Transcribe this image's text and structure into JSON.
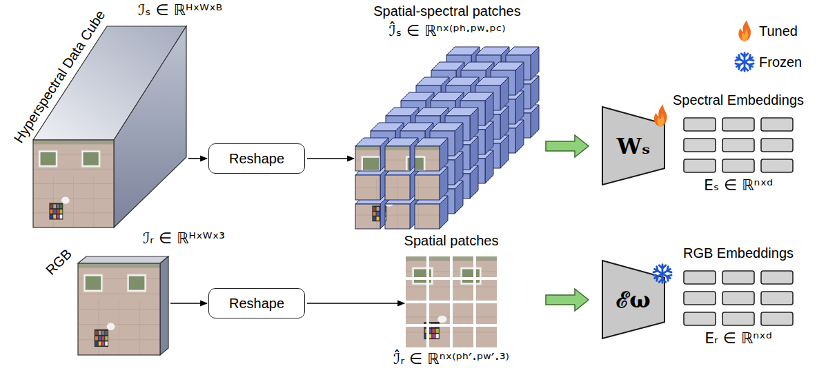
{
  "diagram": {
    "nodes": [
      {
        "text": [
          "Hyperspectral Data Cube",
          "ℐₛ ∈ ℝᴴˣᵂˣᴮ"
        ]
      },
      {
        "text": [
          "Reshape"
        ]
      },
      {
        "text": [
          "Spatial-spectral patches",
          "ℐ̂ₛ ∈ ℝⁿˣ⁽ᵖʰ·ᵖʷ·ᵖᶜ⁾"
        ]
      },
      {
        "text": [
          "Wₛ"
        ]
      },
      {
        "text": [
          "Spectral Embeddings",
          "Eₛ ∈ ℝⁿˣᵈ"
        ]
      },
      {
        "text": [
          "RGB",
          "ℐᵣ ∈ ℝᴴˣᵂˣ³"
        ]
      },
      {
        "text": [
          "Reshape"
        ]
      },
      {
        "text": [
          "Spatial patches",
          "ℐ̂ᵣ ∈ ℝⁿˣ⁽ᵖʰ′·ᵖʷ′·³⁾"
        ]
      },
      {
        "text": [
          "ℰω"
        ]
      },
      {
        "text": [
          "RGB Embeddings",
          "Eᵣ ∈ ℝⁿˣᵈ"
        ]
      }
    ],
    "edges": [
      {
        "from": 0,
        "to": 1,
        "arrow": "to"
      },
      {
        "from": 1,
        "to": 2,
        "arrow": "to"
      },
      {
        "from": 2,
        "to": 3,
        "arrow": "to"
      },
      {
        "from": 5,
        "to": 6,
        "arrow": "to"
      },
      {
        "from": 6,
        "to": 7,
        "arrow": "to"
      },
      {
        "from": 7,
        "to": 8,
        "arrow": "to"
      }
    ],
    "legend": [
      {
        "text": "Tuned"
      },
      {
        "text": "Frozen"
      }
    ]
  }
}
